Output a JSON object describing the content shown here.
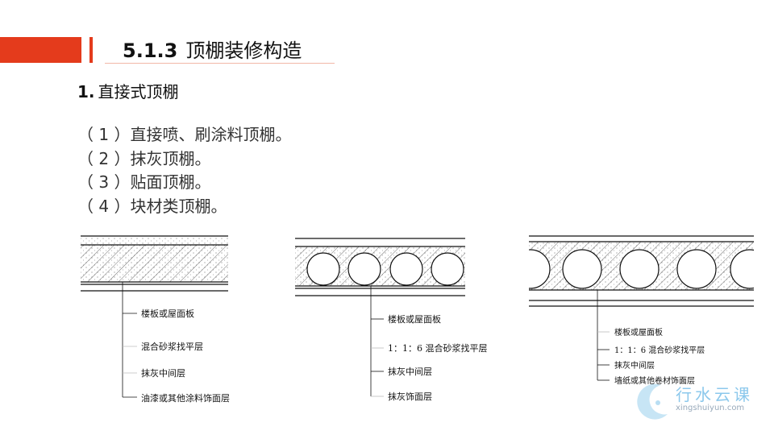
{
  "header": {
    "section_number": "5.1.3",
    "title": "顶棚装修构造"
  },
  "subheading": {
    "number": "1.",
    "text": "直接式顶棚"
  },
  "items": [
    "（ 1 ）直接喷、刷涂料顶棚。",
    "（ 2 ）抹灰顶棚。",
    "（ 3 ）贴面顶棚。",
    "（ 4 ）块材类顶棚。"
  ],
  "diagrams": [
    {
      "labels": [
        "楼板或屋面板",
        "混合砂浆找平层",
        "抹灰中间层",
        "油漆或其他涂料饰面层"
      ]
    },
    {
      "labels": [
        "楼板或屋面板",
        "1：1：6 混合砂浆找平层",
        "抹灰中间层",
        "抹灰饰面层"
      ]
    },
    {
      "labels": [
        "楼板或屋面板",
        "1：1：6 混合砂浆找平层",
        "抹灰中间层",
        "墙纸或其他卷材饰面层"
      ]
    }
  ],
  "watermark": {
    "cn": "行水云课",
    "en": "xingshuiyun.com"
  },
  "colors": {
    "accent": "#e43b1c"
  }
}
